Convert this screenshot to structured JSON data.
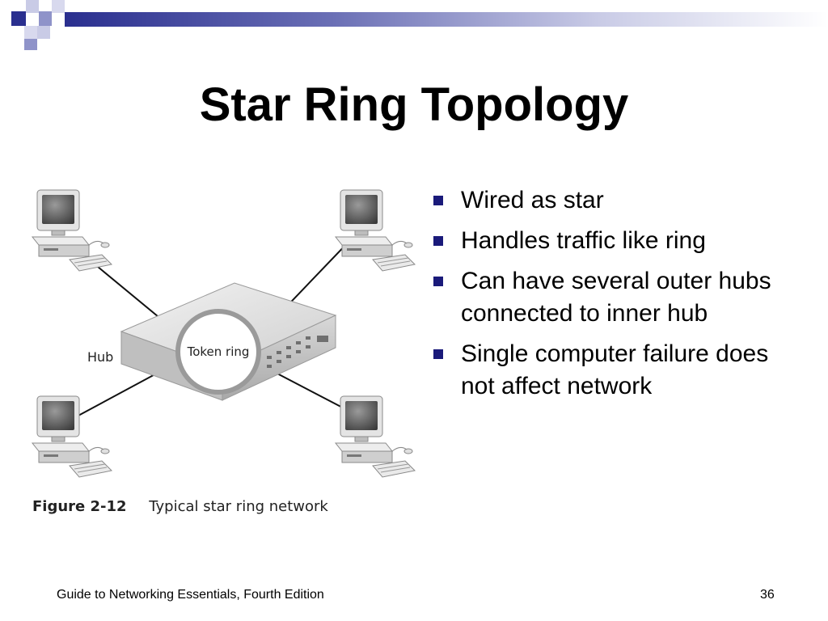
{
  "slide": {
    "title": "Star Ring Topology",
    "colors": {
      "accent": "#2a2f8f",
      "bullet": "#1a1a7a"
    }
  },
  "figure": {
    "hub_label": "Hub",
    "ring_label": "Token ring",
    "caption_number": "Figure 2-12",
    "caption_text": "Typical star ring network"
  },
  "bullets": [
    {
      "text": "Wired as star"
    },
    {
      "text": "Handles traffic like ring"
    },
    {
      "text": "Can have several outer hubs connected to inner hub"
    },
    {
      "text": "Single computer failure does not affect network"
    }
  ],
  "footer": {
    "left": "Guide to Networking Essentials, Fourth Edition",
    "page_number": "36"
  }
}
